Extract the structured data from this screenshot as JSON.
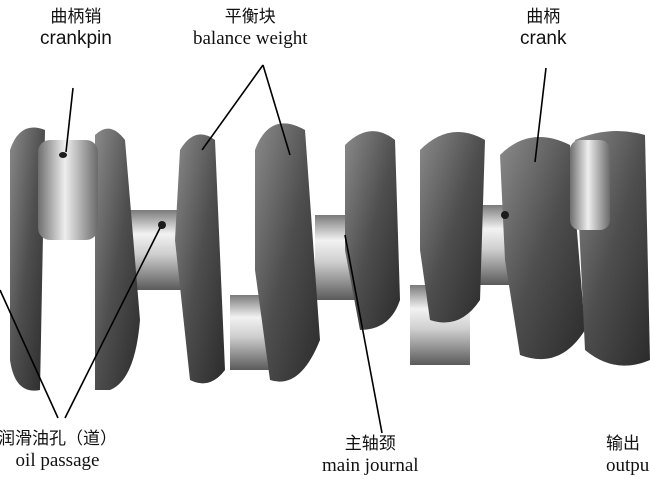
{
  "labels": {
    "crankpin": {
      "zh": "曲柄销",
      "en": "crankpin"
    },
    "balance_weight": {
      "zh": "平衡块",
      "en": "balance weight"
    },
    "crank": {
      "zh": "曲柄",
      "en": "crank"
    },
    "oil_passage": {
      "zh": "润滑油孔（道）",
      "en": "oil passage"
    },
    "main_journal": {
      "zh": "主轴颈",
      "en": "main journal"
    },
    "output": {
      "zh": "输出",
      "en": "outpu"
    }
  },
  "colors": {
    "metal_dark": "#3a3a3a",
    "metal_mid": "#6b6b6b",
    "steel_light": "#e6e6e6",
    "leader": "#000000"
  }
}
